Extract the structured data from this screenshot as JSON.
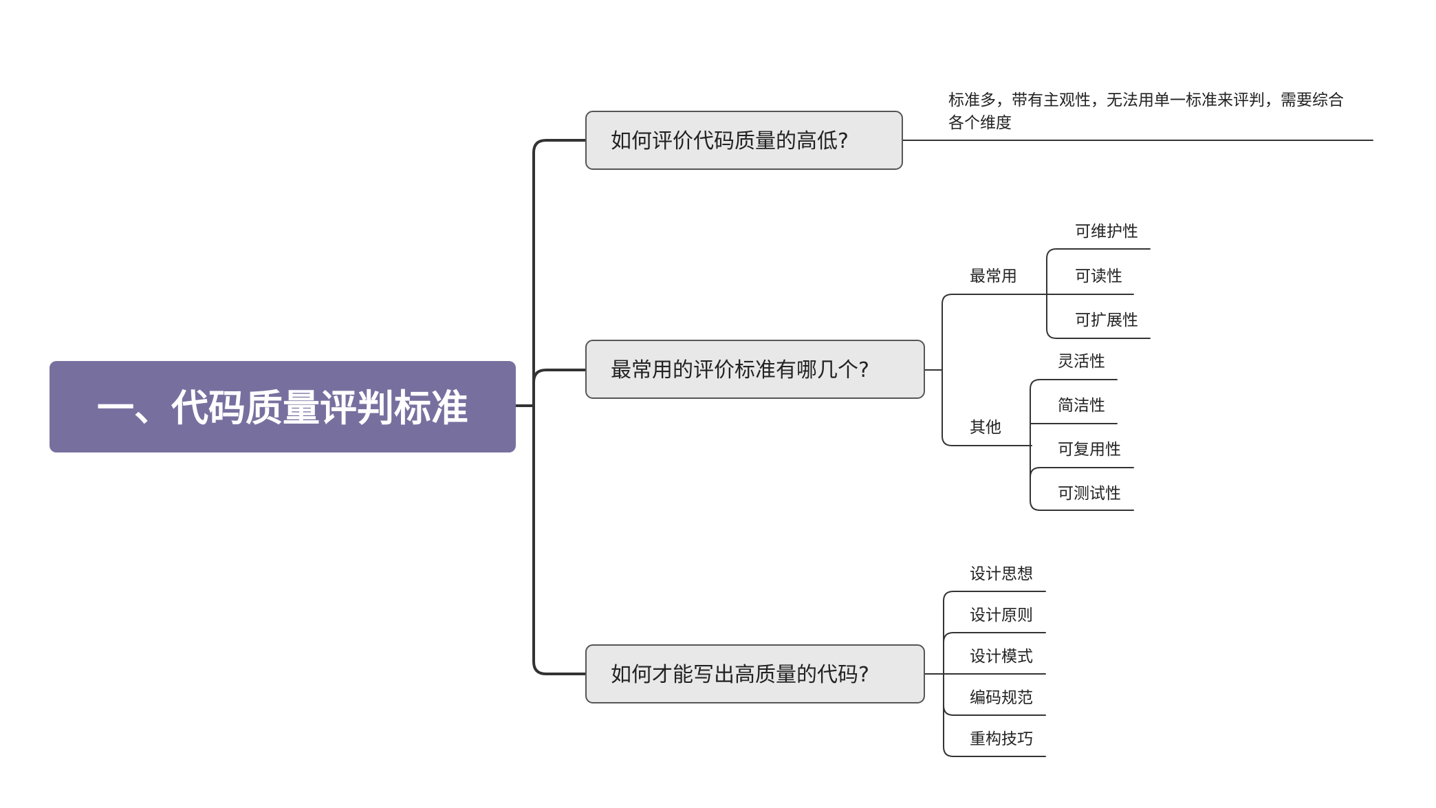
{
  "colors": {
    "root_fill": "#77709f",
    "box_fill": "#e8e8e8",
    "box_stroke": "#555555",
    "line": "#333333",
    "text": "#222222"
  },
  "root": {
    "label": "一、代码质量评判标准"
  },
  "branches": [
    {
      "label": "如何评价代码质量的高低?",
      "note_lines": [
        "标准多，带有主观性，无法用单一标准来评判，需要综合",
        "各个维度"
      ]
    },
    {
      "label": "最常用的评价标准有哪几个?",
      "groups": [
        {
          "label": "最常用",
          "items": [
            "可维护性",
            "可读性",
            "可扩展性"
          ]
        },
        {
          "label": "其他",
          "items": [
            "灵活性",
            "简洁性",
            "可复用性",
            "可测试性"
          ]
        }
      ]
    },
    {
      "label": "如何才能写出高质量的代码?",
      "items": [
        "设计思想",
        "设计原则",
        "设计模式",
        "编码规范",
        "重构技巧"
      ]
    }
  ]
}
